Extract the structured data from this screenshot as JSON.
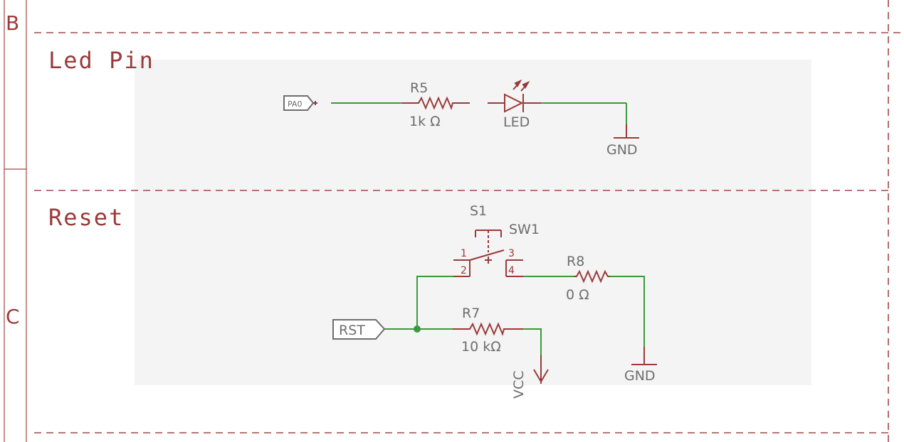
{
  "zones": {
    "top": "B",
    "bottom": "C"
  },
  "sections": {
    "led": "Led Pin",
    "reset": "Reset"
  },
  "led_circuit": {
    "net_label": "PA0",
    "resistor": {
      "name": "R5",
      "value": "1k Ω"
    },
    "led": {
      "name": "LED"
    },
    "ground": "GND"
  },
  "reset_circuit": {
    "net_label": "RST",
    "switch": {
      "name": "S1",
      "value": "SW1",
      "pins": [
        "1",
        "2",
        "3",
        "4"
      ]
    },
    "resistor_pullup": {
      "name": "R7",
      "value": "10 kΩ"
    },
    "resistor_series": {
      "name": "R8",
      "value": "0 Ω"
    },
    "supply": "VCC",
    "ground": "GND"
  },
  "colors": {
    "symbol": "#9a3a3a",
    "wire": "#3a9a3a",
    "label": "#6e6e6e",
    "frame": "#a04848",
    "highlight_area": "#f4f4f4"
  }
}
